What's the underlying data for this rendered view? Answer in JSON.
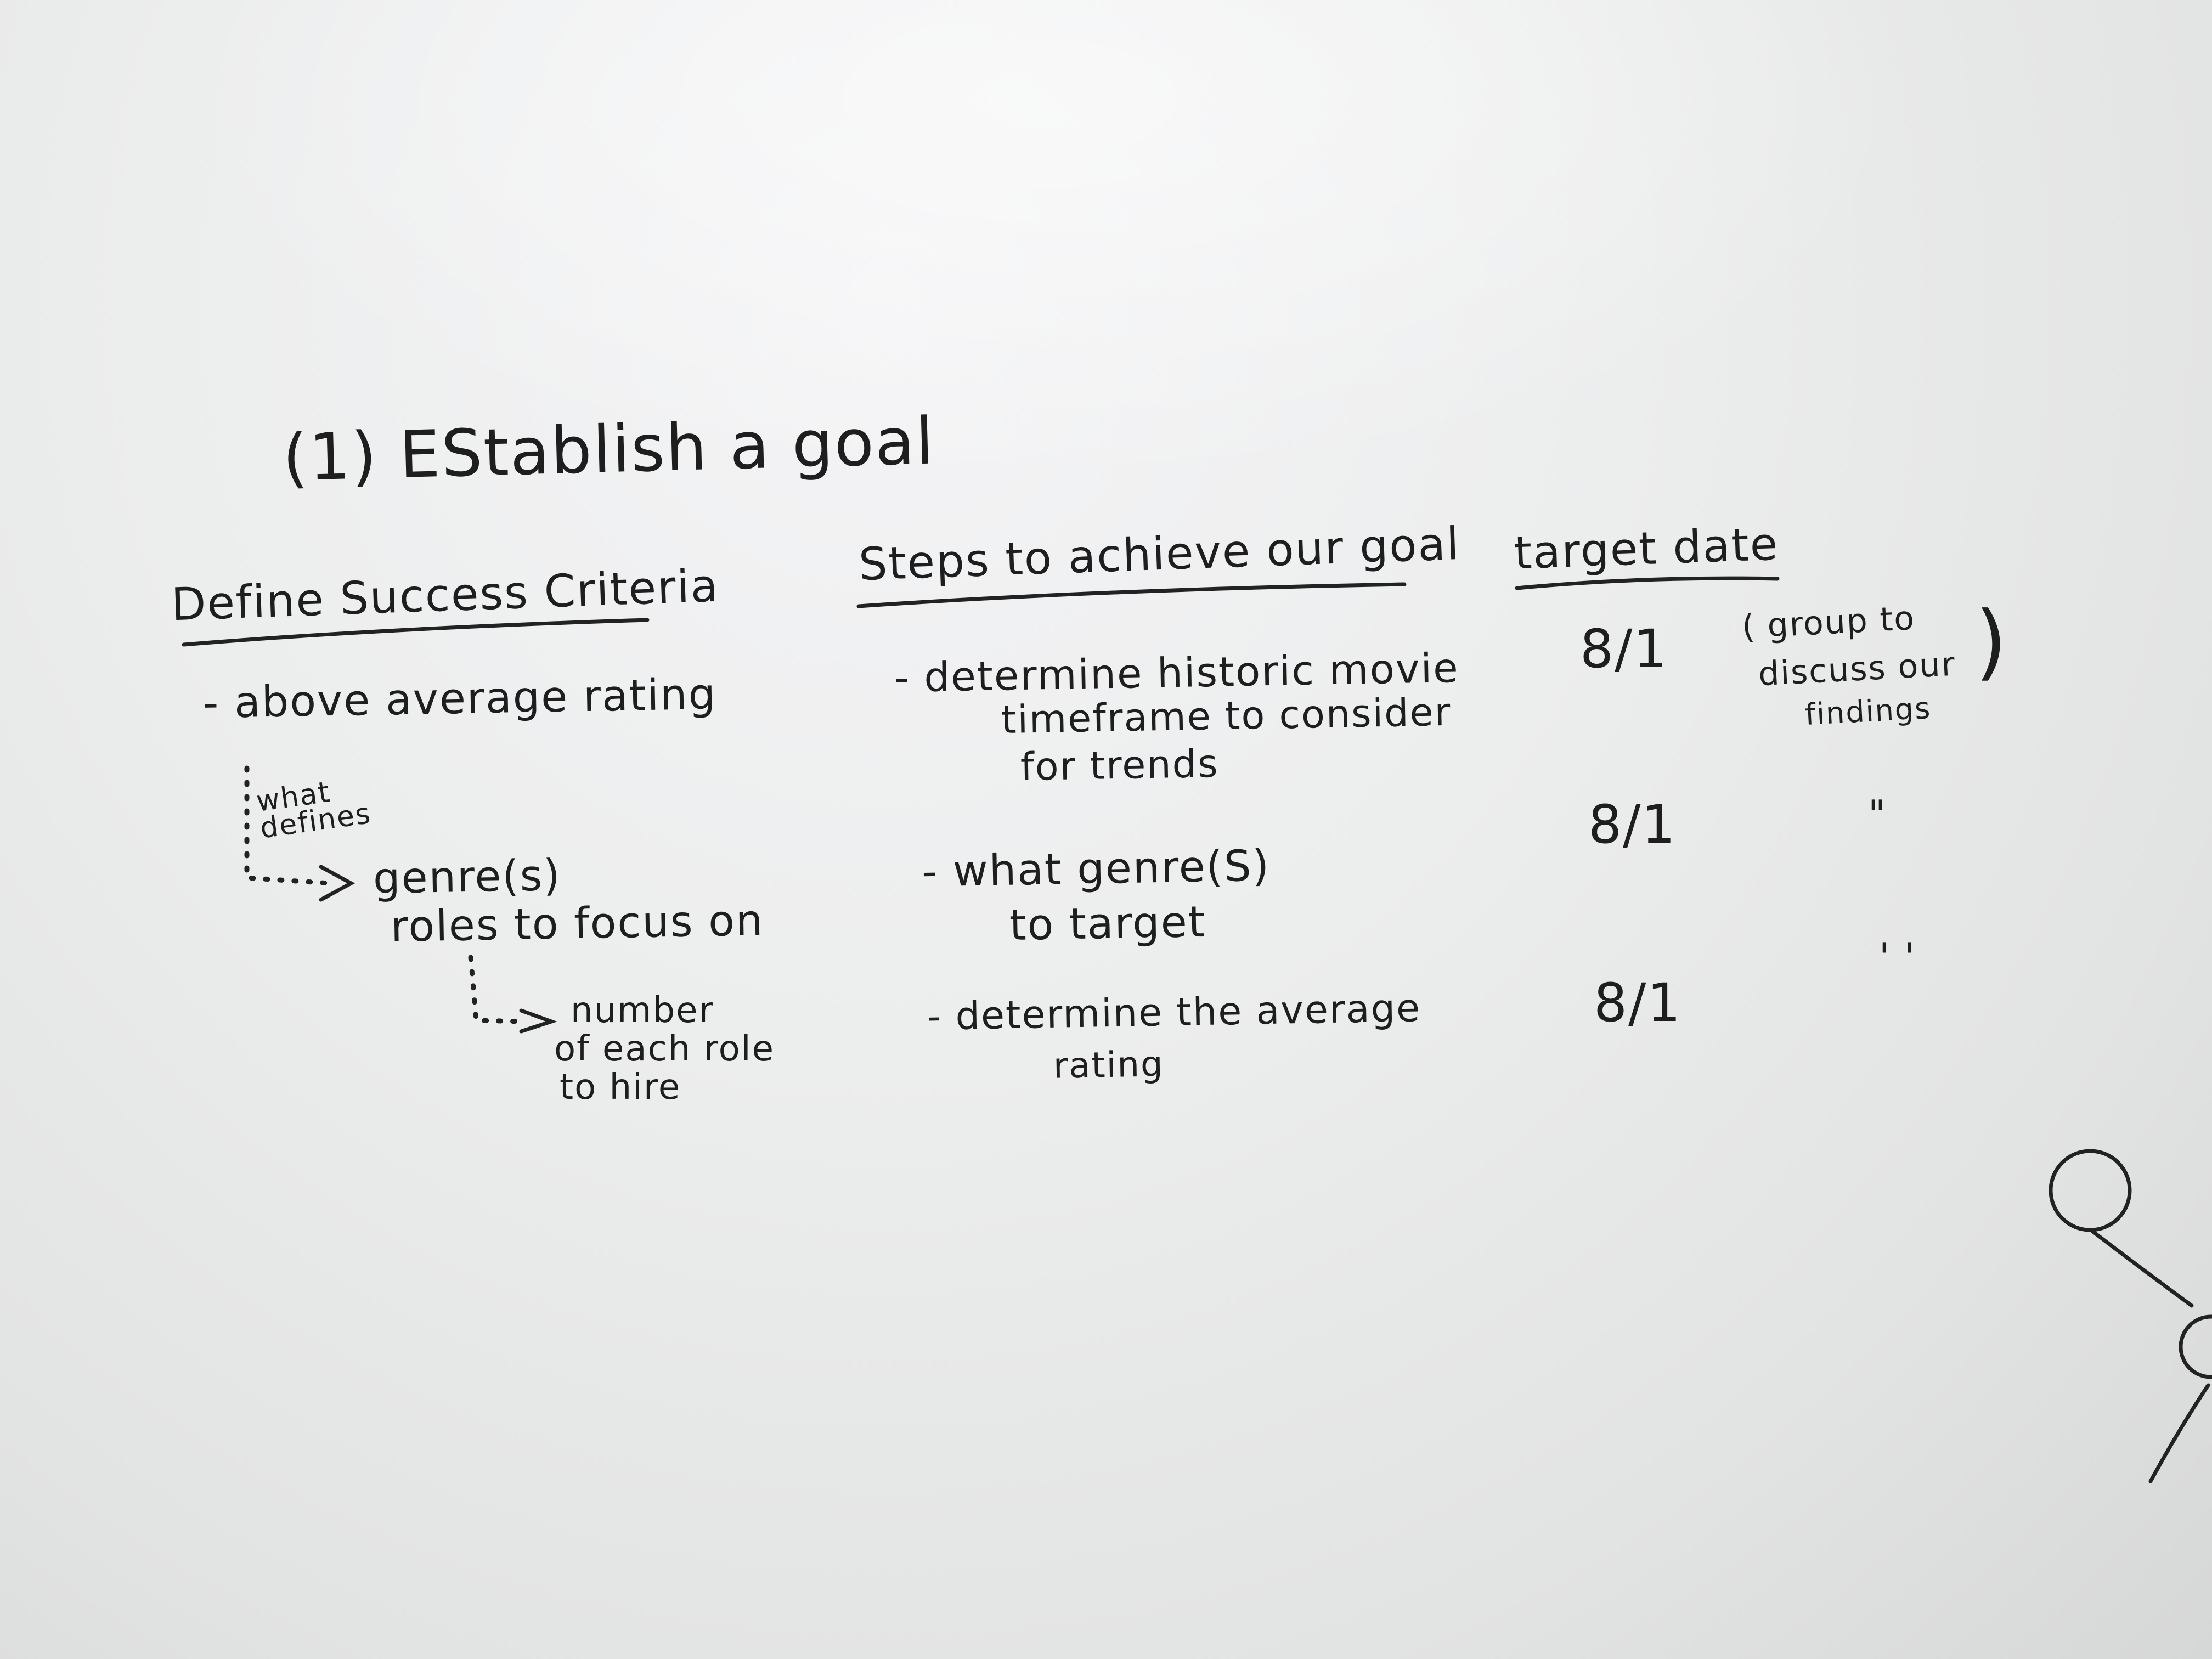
{
  "board": {
    "title": "(1) EStablish a goal",
    "columns": {
      "criteria": {
        "header": "Define Success Criteria",
        "bullet": "- above average rating",
        "annotation": "what defines",
        "branch1_line1": "genre(s)",
        "branch1_line2": "roles to focus on",
        "branch2_line1": "number",
        "branch2_line2": "of each role",
        "branch2_line3": "to hire"
      },
      "steps": {
        "header": "Steps to achieve our goal",
        "items": [
          {
            "line1": "- determine historic movie",
            "line2": "timeframe to consider",
            "line3": "for trends"
          },
          {
            "line1": "- what genre(S)",
            "line2": "to target"
          },
          {
            "line1": "- determine the average",
            "line2": "rating"
          }
        ]
      },
      "dates": {
        "header": "target date",
        "values": [
          "8/1",
          "8/1",
          "8/1"
        ],
        "note_line1": "( group to",
        "note_line2": "discuss our",
        "note_line3": "findings",
        "note_paren": ")",
        "ditto1": "\"",
        "ditto2": "' '"
      }
    },
    "colors": {
      "ink": "#1e1e1e",
      "board": "#ebebeb"
    }
  }
}
